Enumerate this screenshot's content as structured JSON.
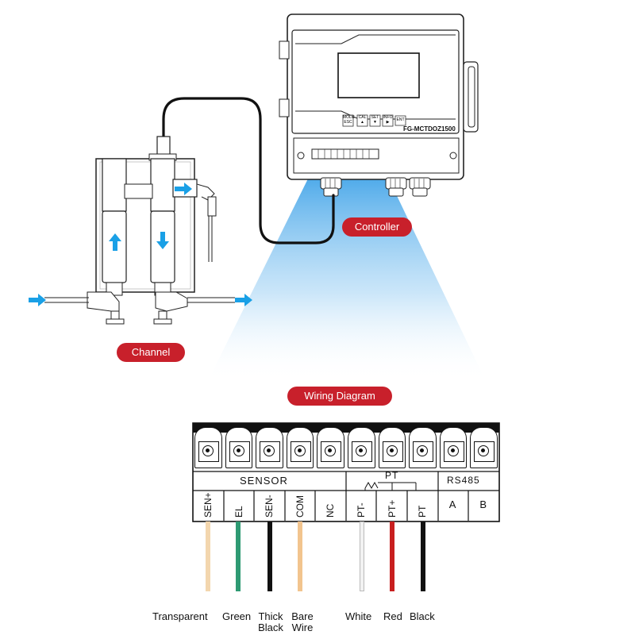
{
  "controller": {
    "model": "FG-MCTDOZ1500",
    "buttons": [
      {
        "top": "MODE",
        "bottom": "ESC"
      },
      {
        "top": "CAL",
        "bottom": "▲"
      },
      {
        "top": "SET",
        "bottom": "▼"
      },
      {
        "top": "INFO",
        "bottom": "▶"
      },
      {
        "top": "",
        "bottom": "ENT"
      }
    ]
  },
  "labels": {
    "controller": "Controller",
    "channel": "Channel",
    "wiring": "Wiring Diagram"
  },
  "groups": {
    "sensor": "SENSOR",
    "pt": "PT",
    "rs485": "RS485"
  },
  "terminals": [
    "SEN+",
    "EL",
    "SEN-",
    "COM",
    "NC",
    "PT-",
    "PT+",
    "PT",
    "A",
    "B"
  ],
  "wires": [
    {
      "caption": "Transparent",
      "color": "#f3d6ae"
    },
    {
      "caption": "Green",
      "color": "#2e9a73"
    },
    {
      "caption": "Thick Black",
      "color": "#111111"
    },
    {
      "caption": "Bare Wire",
      "color": "#f2c48e"
    },
    {
      "caption": "White",
      "color": "#f2f2f2"
    },
    {
      "caption": "Red",
      "color": "#c81f1f"
    },
    {
      "caption": "Black",
      "color": "#111111"
    }
  ],
  "colors": {
    "accent": "#c8202b",
    "flow_arrow": "#1aa0e6"
  }
}
